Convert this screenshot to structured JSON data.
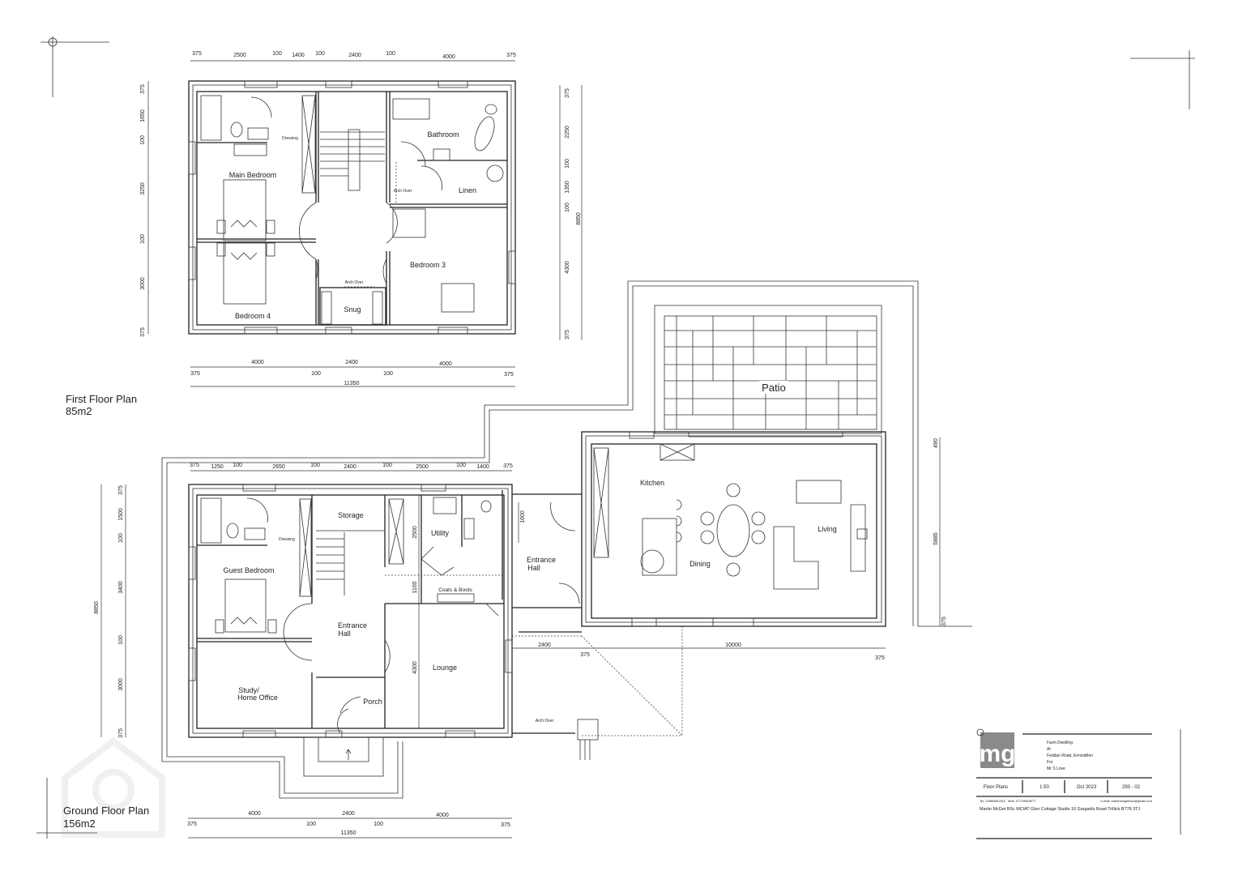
{
  "first_floor": {
    "title": "First Floor Plan",
    "area": "85m2",
    "rooms": {
      "main_bedroom": "Main Bedroom",
      "dressing": "Dressing",
      "bathroom": "Bathroom",
      "linen": "Linen",
      "arch_over_1": "Arch Over",
      "bedroom_3": "Bedroom 3",
      "arch_over_2": "Arch Over",
      "snug": "Snug",
      "bedroom_4": "Bedroom 4"
    },
    "dims_top": [
      "375",
      "2500",
      "100",
      "1400",
      "100",
      "2400",
      "100",
      "4000",
      "375"
    ],
    "dims_bottom": [
      "4000",
      "2400",
      "4000",
      "375",
      "100",
      "100",
      "375"
    ],
    "total_width": "11350",
    "dims_left": [
      "375",
      "1650",
      "100",
      "3250",
      "100",
      "3000",
      "375"
    ],
    "dims_right": [
      "375",
      "2250",
      "100",
      "1350",
      "100",
      "4300",
      "375"
    ],
    "total_depth": "8850"
  },
  "ground_floor": {
    "title": "Ground Floor Plan",
    "area": "156m2",
    "rooms": {
      "storage": "Storage",
      "dressing": "Dressing",
      "utility": "Utility",
      "guest_bedroom": "Guest Bedroom",
      "coats_boots": "Coats & Boots",
      "entrance_hall_l1": "Entrance",
      "entrance_hall_l2": "Hall",
      "entrance_hall2_l1": "Entrance",
      "entrance_hall2_l2": "Hall",
      "lounge": "Lounge",
      "study_l1": "Study/",
      "study_l2": "Home Office",
      "porch": "Porch",
      "arch_over": "Arch Over",
      "kitchen": "Kitchen",
      "dining": "Dining",
      "living": "Living",
      "patio": "Patio"
    },
    "dims_top": [
      "375",
      "1250",
      "100",
      "2650",
      "100",
      "2400",
      "100",
      "2500",
      "100",
      "1400",
      "375"
    ],
    "dims_internal": [
      "2500",
      "1100",
      "4300",
      "1600"
    ],
    "dims_left": [
      "375",
      "1500",
      "100",
      "3400",
      "100",
      "3000",
      "375"
    ],
    "total_depth": "8850",
    "dims_extension": [
      "2400",
      "375",
      "10000",
      "375"
    ],
    "dims_right": [
      "490",
      "5885",
      "375"
    ],
    "dims_bottom": [
      "4000",
      "2400",
      "4000",
      "375",
      "100",
      "100",
      "375"
    ],
    "total_width": "11350"
  },
  "title_block": {
    "logo": "mg",
    "project_lines": [
      "Farm Dwelling",
      "At",
      "Feddan Road, Enniskillen",
      "For",
      "Mr S Love"
    ],
    "drawing": "Floor Plans",
    "scale": "1:50",
    "date": "Oct 2023",
    "number": "293 - 02",
    "tel": "Tel. 02889561942",
    "mob": "Mob. 07720683077",
    "email": "e-mail: martinmcgetbsc@gmail.com",
    "address": "Martin McGet BSc MCIAT  Glen Cottage Studio 16 Gargadis Road Trillick BT78 3TJ"
  }
}
